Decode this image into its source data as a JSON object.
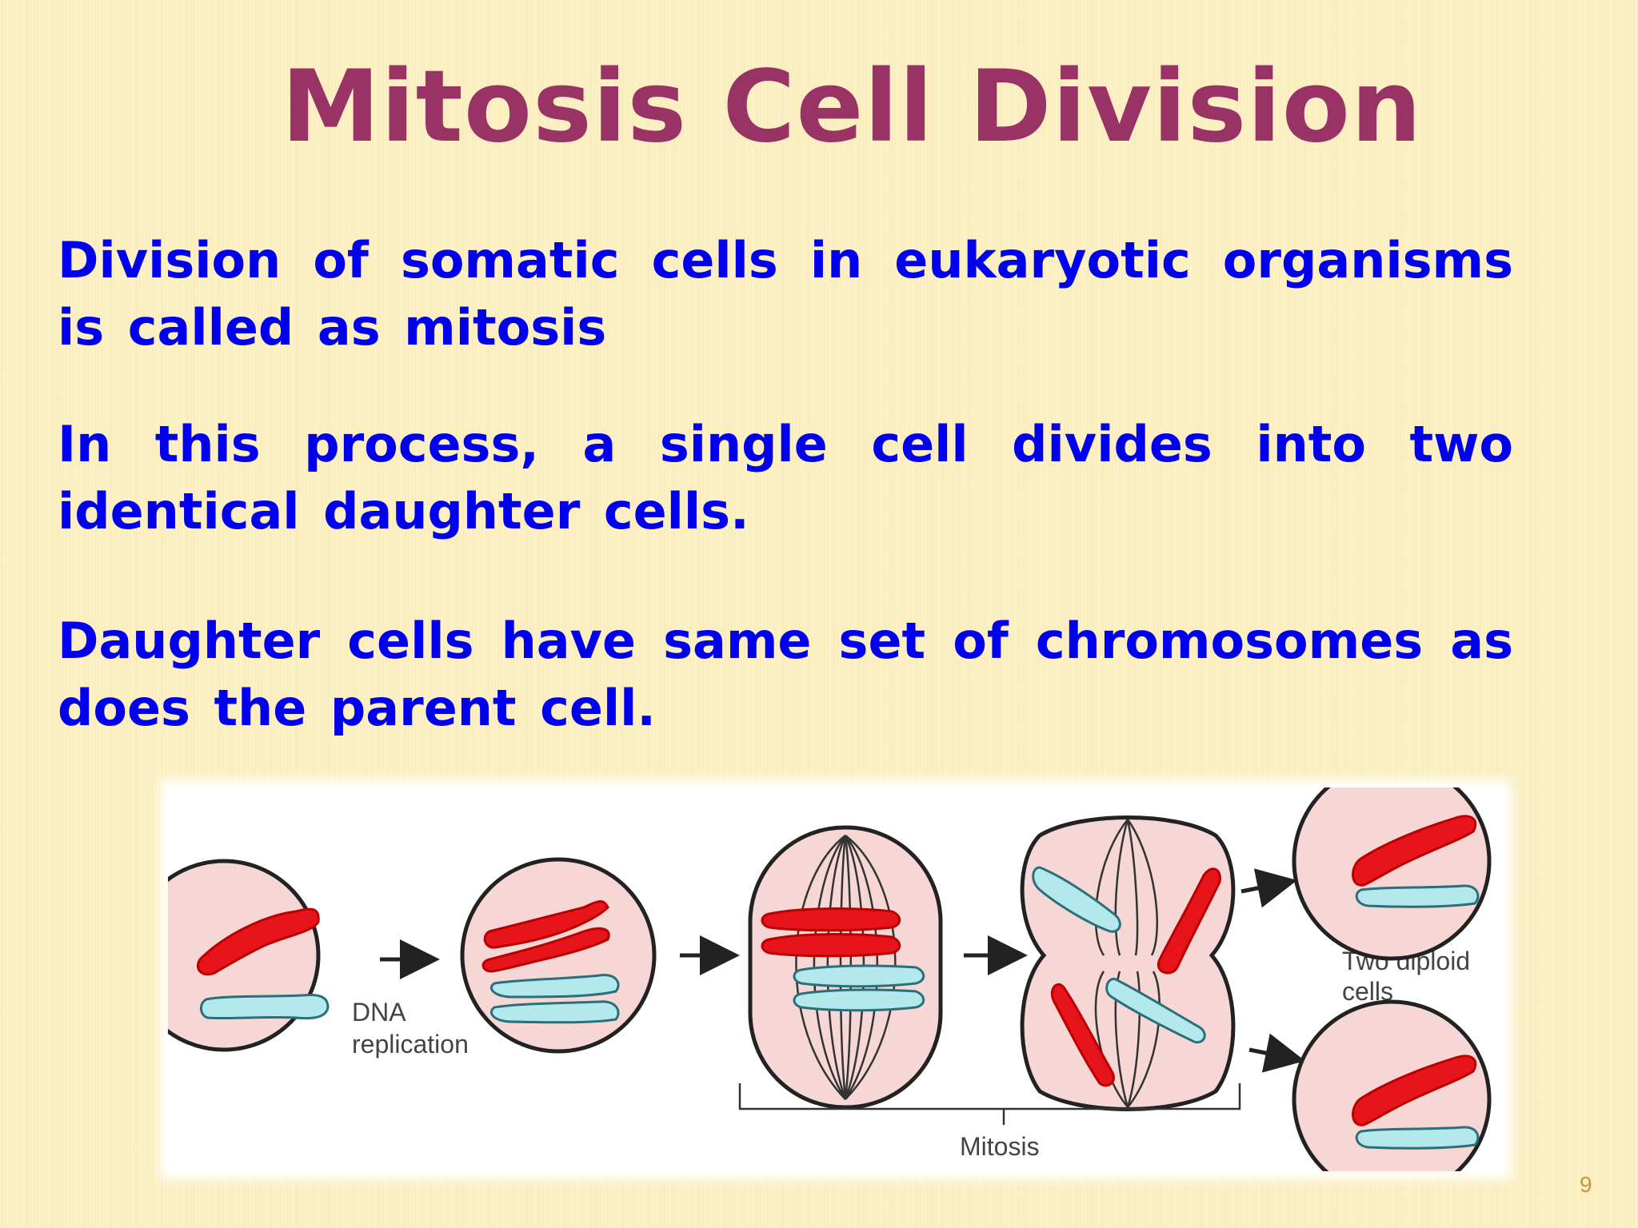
{
  "slide": {
    "title": "Mitosis Cell Division",
    "paragraphs": [
      "Division of somatic cells in eukaryotic organisms is called as mitosis",
      "In this process, a single cell divides into two identical daughter cells.",
      "Daughter cells have same set of chromosomes as does the parent cell."
    ],
    "page_number": "9"
  },
  "diagram": {
    "labels": {
      "dna_replication_line1": "DNA",
      "dna_replication_line2": "replication",
      "two_diploid_line1": "Two diploid",
      "two_diploid_line2": "cells",
      "mitosis": "Mitosis"
    },
    "colors": {
      "cell_fill": "#f7d6d6",
      "chromosome_red": "#e8141b",
      "chromosome_cyan": "#b3e8ec",
      "outline": "#222222",
      "label": "#444444"
    }
  }
}
